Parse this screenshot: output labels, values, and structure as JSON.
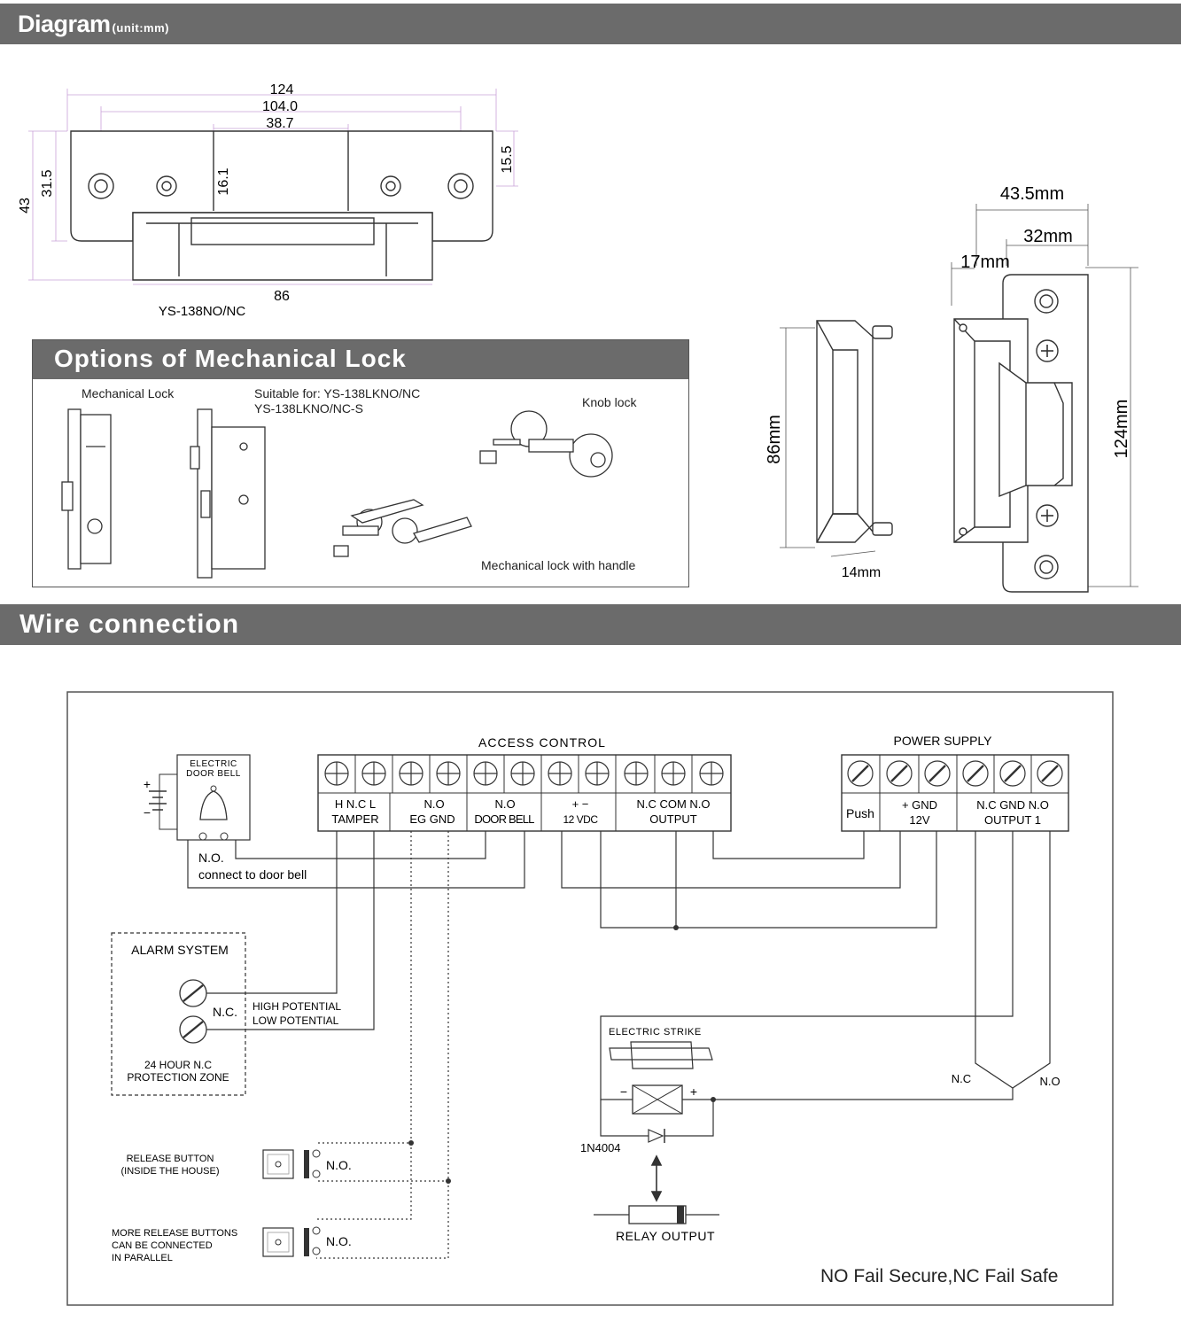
{
  "header": {
    "title": "Diagram",
    "unit": "(unit:mm)"
  },
  "top_drawing": {
    "dims": [
      "124",
      "104.0",
      "38.7",
      "15.5",
      "31.5",
      "43",
      "16.1",
      "86"
    ],
    "model": "YS-138NO/NC"
  },
  "side_drawing": {
    "dims": [
      "43.5mm",
      "32mm",
      "17mm",
      "86mm",
      "124mm",
      "14mm"
    ]
  },
  "options": {
    "title": "Options of Mechanical Lock",
    "mechanical_lock": "Mechanical Lock",
    "suitable_line1": "Suitable for: YS-138LKNO/NC",
    "suitable_line2": "YS-138LKNO/NC-S",
    "knob_lock": "Knob lock",
    "handle_lock": "Mechanical lock with handle"
  },
  "wire_header": "Wire connection",
  "wiring": {
    "access_control": {
      "title": "ACCESS CONTROL",
      "tamper_top": "H  N.C  L",
      "tamper_bottom": "TAMPER",
      "exit_top": "N.O",
      "exit_bottom": "EG   GND",
      "bell_top": "N.O",
      "bell_bottom": "DOOR BELL",
      "power_top": "+      −",
      "power_bottom": "12 VDC",
      "out_top": "N.C  COM  N.O",
      "out_bottom": "OUTPUT"
    },
    "power_supply": {
      "title": "POWER SUPPLY",
      "push": "Push",
      "v_top": "+    GND",
      "v_bottom": "12V",
      "o_top": "N.C   GND   N.O",
      "o_bottom": "OUTPUT 1"
    },
    "door_bell": {
      "line1": "ELECTRIC",
      "line2": "DOOR BELL",
      "plus": "+",
      "minus": "−",
      "no": "N.O.",
      "connect": "connect to door bell"
    },
    "alarm": {
      "title": "ALARM SYSTEM",
      "nc": "N.C.",
      "high": "HIGH POTENTIAL",
      "low": "LOW POTENTIAL",
      "zone1": "24 HOUR N.C",
      "zone2": "PROTECTION ZONE"
    },
    "release1": {
      "line1": "RELEASE BUTTON",
      "line2": "(INSIDE THE HOUSE)",
      "no": "N.O."
    },
    "release2": {
      "line1": "MORE RELEASE BUTTONS",
      "line2": "CAN BE CONNECTED",
      "line3": "IN PARALLEL",
      "no": "N.O."
    },
    "strike": {
      "title": "ELECTRIC STRIKE",
      "minus": "−",
      "plus": "+",
      "diode": "1N4004",
      "relay": "RELAY OUTPUT",
      "nc": "N.C",
      "no": "N.O"
    },
    "note": "NO Fail Secure,NC Fail Safe"
  }
}
